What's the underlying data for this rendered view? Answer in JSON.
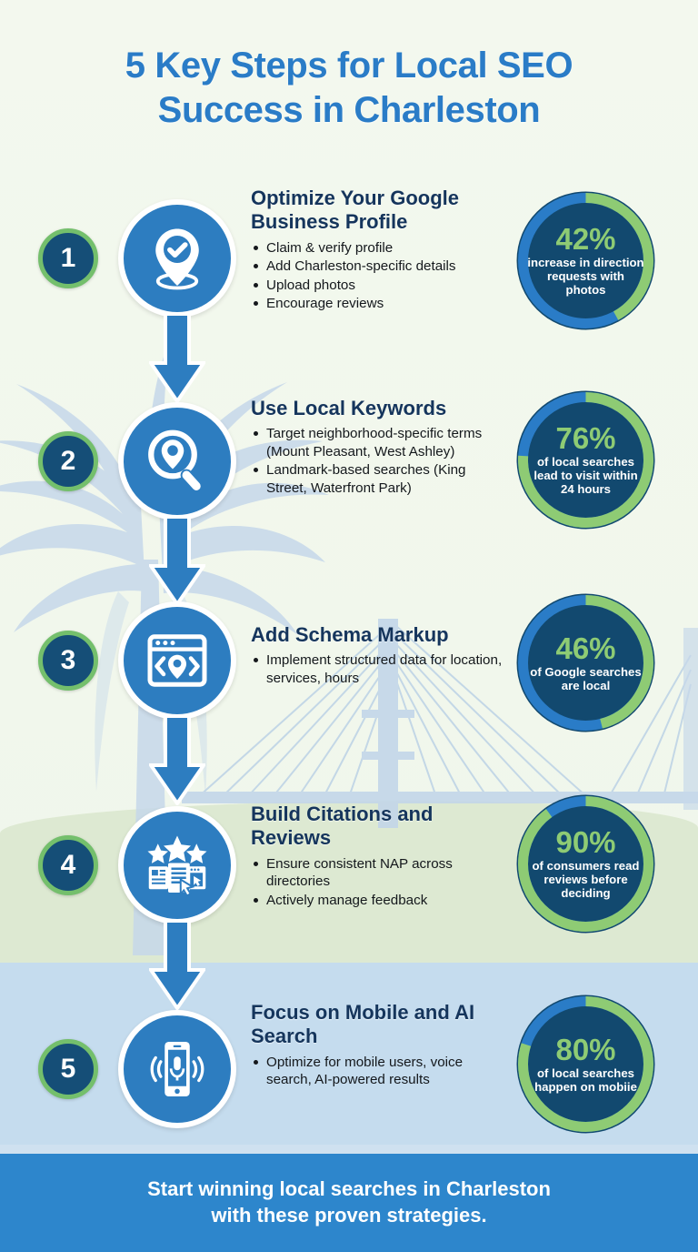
{
  "header": {
    "title_line1": "5 Key Steps for Local SEO",
    "title_line2": "Success in Charleston"
  },
  "colors": {
    "title_blue": "#2a7cc7",
    "step_title_navy": "#15355c",
    "icon_circle_blue": "#2d7dc0",
    "badge_navy": "#154e77",
    "badge_ring_green": "#74bf6c",
    "donut_track_blue": "#2a7cc7",
    "donut_fill_navy": "#12496f",
    "donut_arc_green": "#8ecb74",
    "footer_blue": "#2d86cc",
    "background_cream": "#f2f7ef",
    "land_green": "#dde9d2",
    "water_blue": "#c5dcee"
  },
  "steps": [
    {
      "number": "1",
      "icon": "map-pin-check-icon",
      "title": "Optimize Your Google Business Profile",
      "bullets": [
        "Claim & verify profile",
        "Add Charleston-specific details",
        "Upload photos",
        "Encourage reviews"
      ],
      "stat": {
        "percent": "42%",
        "value": 42,
        "label": "increase in direction requests with photos"
      }
    },
    {
      "number": "2",
      "icon": "magnifier-pin-icon",
      "title": "Use Local Keywords",
      "bullets": [
        "Target neighborhood-specific terms (Mount Pleasant, West Ashley)",
        "Landmark-based searches (King Street, Waterfront Park)"
      ],
      "stat": {
        "percent": "76%",
        "value": 76,
        "label": "of local searches lead to visit within 24 hours"
      }
    },
    {
      "number": "3",
      "icon": "code-browser-pin-icon",
      "title": "Add Schema Markup",
      "bullets": [
        "Implement structured data for location, services, hours"
      ],
      "stat": {
        "percent": "46%",
        "value": 46,
        "label": "of Google searches are local"
      }
    },
    {
      "number": "4",
      "icon": "stars-reviews-icon",
      "title": "Build Citations and Reviews",
      "bullets": [
        "Ensure consistent NAP across directories",
        "Actively manage feedback"
      ],
      "stat": {
        "percent": "90%",
        "value": 90,
        "label": "of consumers read reviews before deciding"
      }
    },
    {
      "number": "5",
      "icon": "mobile-voice-search-icon",
      "title": "Focus on Mobile and AI Search",
      "bullets": [
        "Optimize for mobile users, voice search, AI-powered results"
      ],
      "stat": {
        "percent": "80%",
        "value": 80,
        "label": "of local searches happen on mobiie"
      }
    }
  ],
  "footer": {
    "line1": "Start winning local searches in Charleston",
    "line2": "with these proven strategies."
  }
}
